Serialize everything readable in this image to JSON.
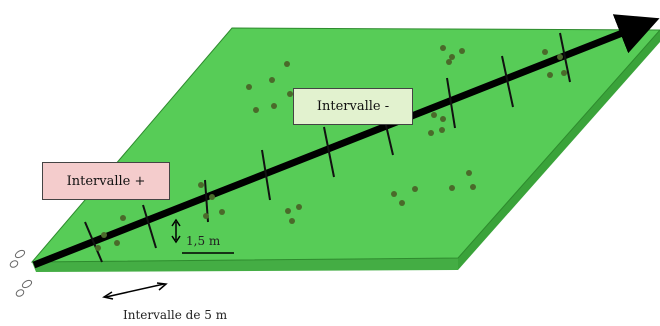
{
  "labels": {
    "interval_plus": "Intervalle +",
    "interval_minus": "Intervalle -",
    "row_distance": "1,5 m",
    "interval_5m": "Intervalle de 5 m"
  },
  "colors": {
    "field_top": "#57cc57",
    "field_edge": "#2e8b2e",
    "field_side": "#3aa33a",
    "plant_dot": "#4a6a2a",
    "transect_arrow": "#000000",
    "interval_plus_fill": "#f4cccc",
    "interval_minus_fill": "#e2f2cf"
  },
  "icons": {
    "start": "footprints-icon"
  }
}
